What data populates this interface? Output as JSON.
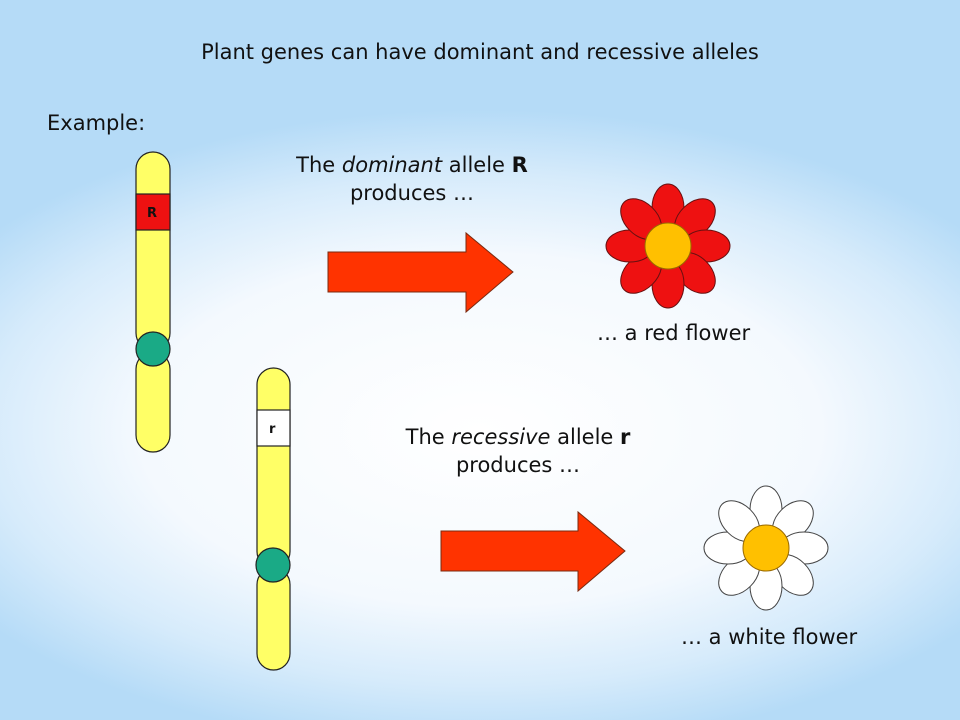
{
  "slide": {
    "title": "Plant genes can have dominant and recessive alleles",
    "example_label": "Example:",
    "dominant_caption": {
      "prefix": "The ",
      "emphasis": "dominant",
      "middle": " allele ",
      "allele": "R",
      "line2": "produces …"
    },
    "recessive_caption": {
      "prefix": "The ",
      "emphasis": "recessive",
      "middle": " allele ",
      "allele": "r",
      "line2": "produces …"
    },
    "red_flower_caption": "… a red flower",
    "white_flower_caption": "… a white flower",
    "chromosome_dominant_label": "R",
    "chromosome_recessive_label": "r"
  },
  "colors": {
    "chromosome_fill": "#ffff66",
    "centromere": "#1aaa86",
    "dominant_band": "#ee1111",
    "recessive_band": "#ffffff",
    "arrow": "#ff3300",
    "red_petal": "#ee1111",
    "white_petal": "#ffffff",
    "flower_center": "#ffc000"
  }
}
